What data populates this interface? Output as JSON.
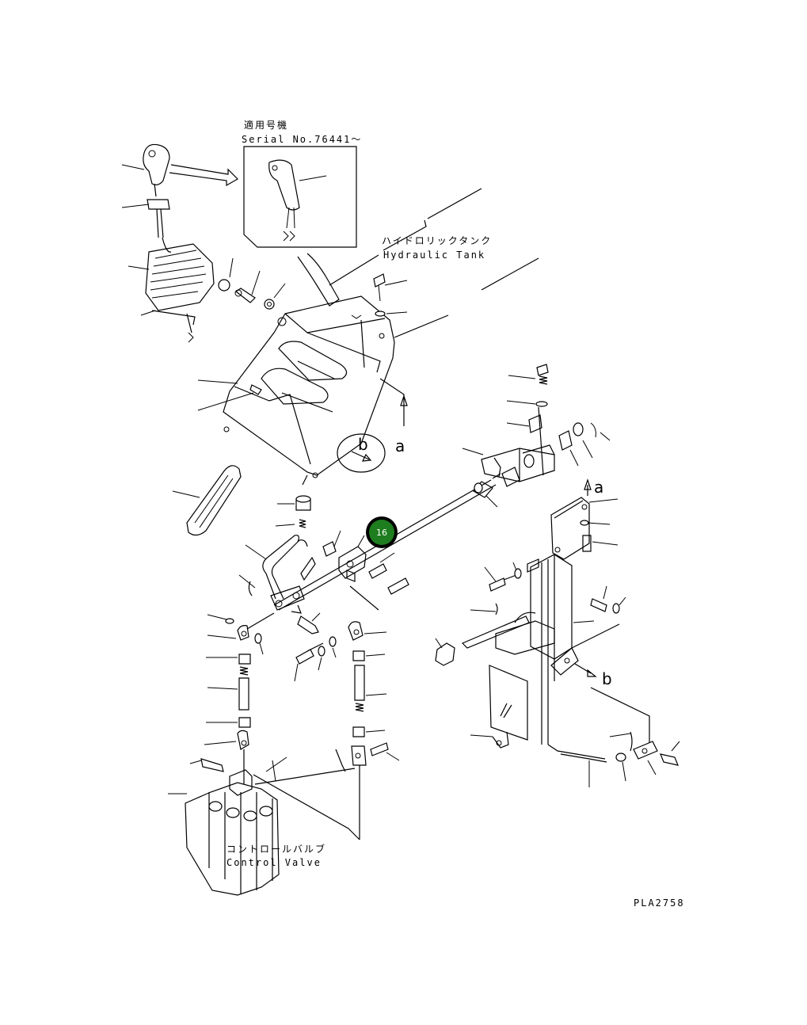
{
  "serial_note": {
    "jp": "適用号機",
    "en": "Serial No.76441～"
  },
  "hydraulic_tank": {
    "jp": "ハイドロリックタンク",
    "en": "Hydraulic Tank"
  },
  "control_valve": {
    "jp": "コントロールバルブ",
    "en": "Control Valve"
  },
  "view_markers": {
    "a": "a",
    "b": "b"
  },
  "drawing_code": "PLA2758",
  "hotspot": {
    "number": "16",
    "color": "#1e7d1e"
  }
}
